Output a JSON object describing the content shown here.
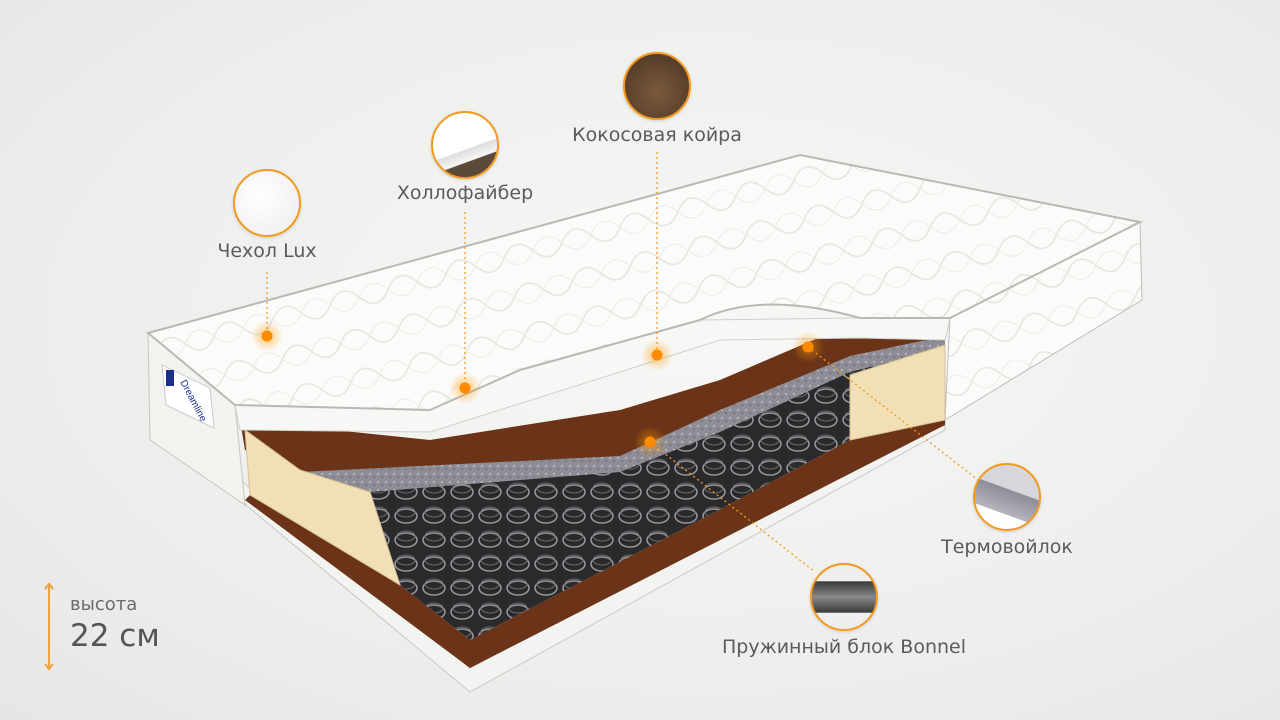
{
  "brand": "Dreamline",
  "colors": {
    "accent": "#f29a1f",
    "text": "#5b5b5b",
    "coconut": "#6b3418",
    "foam": "#f1dfb5"
  },
  "height": {
    "label": "высота",
    "value": "22 см"
  },
  "layers": [
    {
      "id": "cover",
      "label": "Чехол Lux"
    },
    {
      "id": "hollofiber",
      "label": "Холлофайбер"
    },
    {
      "id": "coconut",
      "label": "Кокосовая койра"
    },
    {
      "id": "felt",
      "label": "Термовойлок"
    },
    {
      "id": "springs",
      "label": "Пружинный блок Bonnel"
    }
  ]
}
